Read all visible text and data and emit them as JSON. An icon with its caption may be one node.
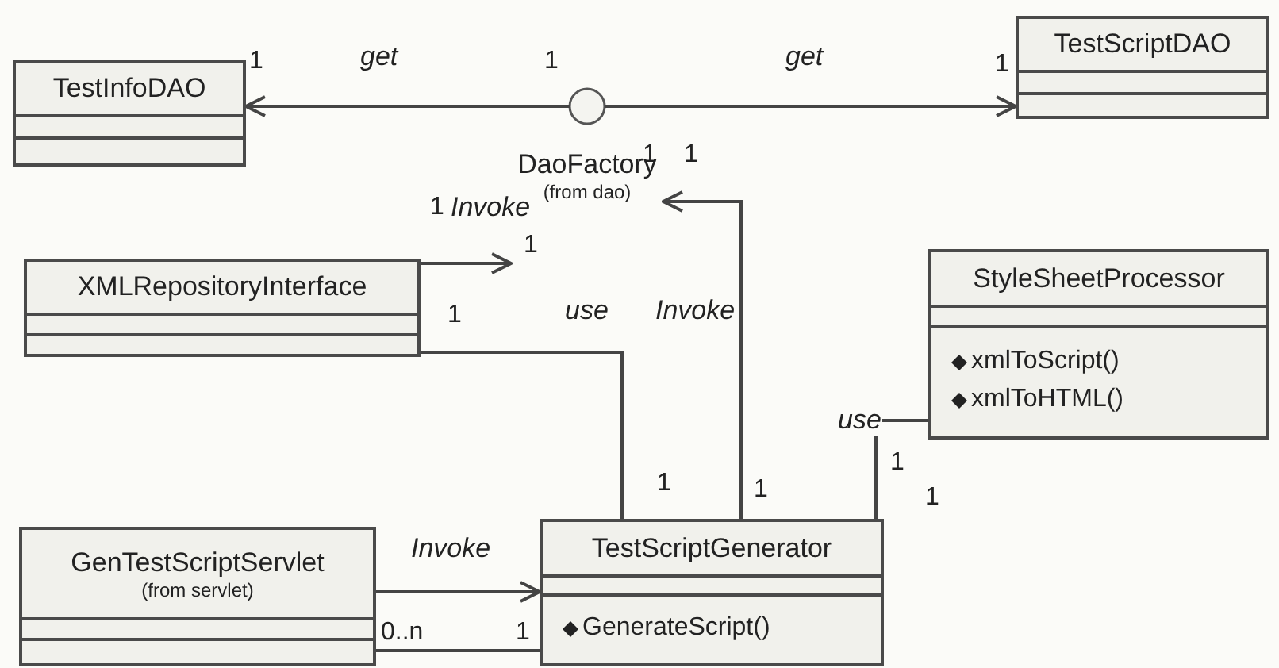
{
  "diagram": {
    "nodes": [
      {
        "text": [
          "TestInfoDAO"
        ]
      },
      {
        "text": [
          "TestScriptDAO"
        ]
      },
      {
        "text": [
          "DaoFactory",
          "(from dao)"
        ]
      },
      {
        "text": [
          "XMLRepositoryInterface"
        ]
      },
      {
        "text": [
          "StyleSheetProcessor",
          "xmlToScript()",
          "xmlToHTML()"
        ]
      },
      {
        "text": [
          "GenTestScriptServlet",
          "(from servlet)"
        ]
      },
      {
        "text": [
          "TestScriptGenerator",
          "GenerateScript()"
        ]
      }
    ],
    "edges": [
      {
        "from": 2,
        "to": 0,
        "arrow": "to",
        "label": "get"
      },
      {
        "from": 2,
        "to": 1,
        "arrow": "to",
        "label": "get"
      },
      {
        "from": 3,
        "to": 2,
        "arrow": "to",
        "label": "Invoke"
      },
      {
        "from": 6,
        "to": 2,
        "arrow": "to",
        "label": "Invoke"
      },
      {
        "from": 3,
        "to": 6,
        "arrow": "none",
        "label": "use"
      },
      {
        "from": 6,
        "to": 4,
        "arrow": "none",
        "label": "use"
      },
      {
        "from": 5,
        "to": 6,
        "arrow": "to",
        "label": "Invoke"
      },
      {
        "from": 5,
        "to": 6,
        "arrow": "none"
      }
    ],
    "labels": [
      "1",
      "1",
      "1",
      "1",
      "1",
      "1",
      "1",
      "1",
      "1",
      "1",
      "1",
      "1",
      "0..n",
      "1"
    ]
  }
}
